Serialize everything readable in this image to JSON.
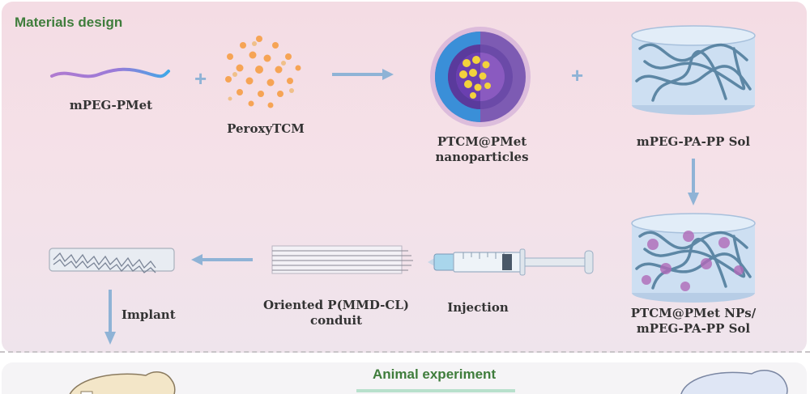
{
  "materials_design": {
    "title": "Materials design",
    "items": {
      "mpeg_pmet": "mPEG-PMet",
      "peroxytcm": "PeroxyTCM",
      "ptcm_pmet_line1": "PTCM@PMet",
      "ptcm_pmet_line2": "nanoparticles",
      "sol": "mPEG-PA-PP Sol",
      "nps_sol_line1": "PTCM@PMet NPs/",
      "nps_sol_line2": "mPEG-PA-PP Sol",
      "injection": "Injection",
      "conduit_line1": "Oriented P(MMD-CL)",
      "conduit_line2": "conduit",
      "implant": "Implant"
    },
    "plus_sign": "+"
  },
  "animal_experiment": {
    "title": "Animal experiment"
  },
  "colors": {
    "section_title": "#3f7d3c",
    "arrow": "#8fb3d6",
    "polymer_pink": "#c080d0",
    "polymer_blue": "#4aa6e0",
    "dots": "#f4a050",
    "nanoparticle_core": "#5a3aa8",
    "nanoparticle_shell": "#8a58b8",
    "gel_network": "#3a6a8a",
    "gel_container": "#c8daf0"
  }
}
